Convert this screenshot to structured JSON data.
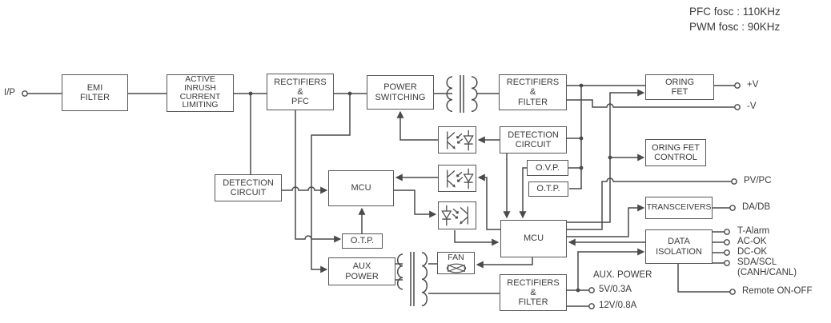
{
  "header": {
    "line1": "PFC fosc : 110KHz",
    "line2": "PWM fosc : 90KHz"
  },
  "blocks": {
    "emi_filter": {
      "label": "EMI\nFILTER"
    },
    "inrush": {
      "label": "ACTIVE\nINRUSH\nCURRENT\nLIMITING"
    },
    "rect_pfc": {
      "label": "RECTIFIERS\n&\nPFC"
    },
    "power_switching": {
      "label": "POWER\nSWITCHING"
    },
    "rect_filter_top": {
      "label": "RECTIFIERS\n&\nFILTER"
    },
    "oring_fet": {
      "label": "ORING\nFET"
    },
    "detection_left": {
      "label": "DETECTION\nCIRCUIT"
    },
    "detection_right": {
      "label": "DETECTION\nCIRCUIT"
    },
    "ovp": {
      "label": "O.V.P."
    },
    "otp_right": {
      "label": "O.T.P."
    },
    "otp_left": {
      "label": "O.T.P."
    },
    "mcu_primary": {
      "label": "MCU"
    },
    "mcu_secondary": {
      "label": "MCU"
    },
    "oring_fet_control": {
      "label": "ORING FET\nCONTROL"
    },
    "transceivers": {
      "label": "TRANSCEIVERS"
    },
    "data_isolation": {
      "label": "DATA\nISOLATION"
    },
    "aux_power": {
      "label": "AUX\nPOWER"
    },
    "fan": {
      "label": "FAN"
    },
    "rect_filter_bottom": {
      "label": "RECTIFIERS\n&\nFILTER"
    }
  },
  "terminals": {
    "ip": "I/P",
    "v_plus": "+V",
    "v_minus": "-V",
    "pv_pc": "PV/PC",
    "da_db": "DA/DB",
    "t_alarm": "T-Alarm",
    "ac_ok": "AC-OK",
    "dc_ok": "DC-OK",
    "sda_scl": "SDA/SCL",
    "sda_scl_sub": "(CANH/CANL)",
    "remote": "Remote ON-OFF",
    "aux_power_title": "AUX. POWER",
    "aux_5v": "5V/0.3A",
    "aux_12v": "12V/0.8A"
  },
  "colors": {
    "line": "#4a4a4a",
    "text": "#3a3a3a",
    "background": "#ffffff"
  }
}
